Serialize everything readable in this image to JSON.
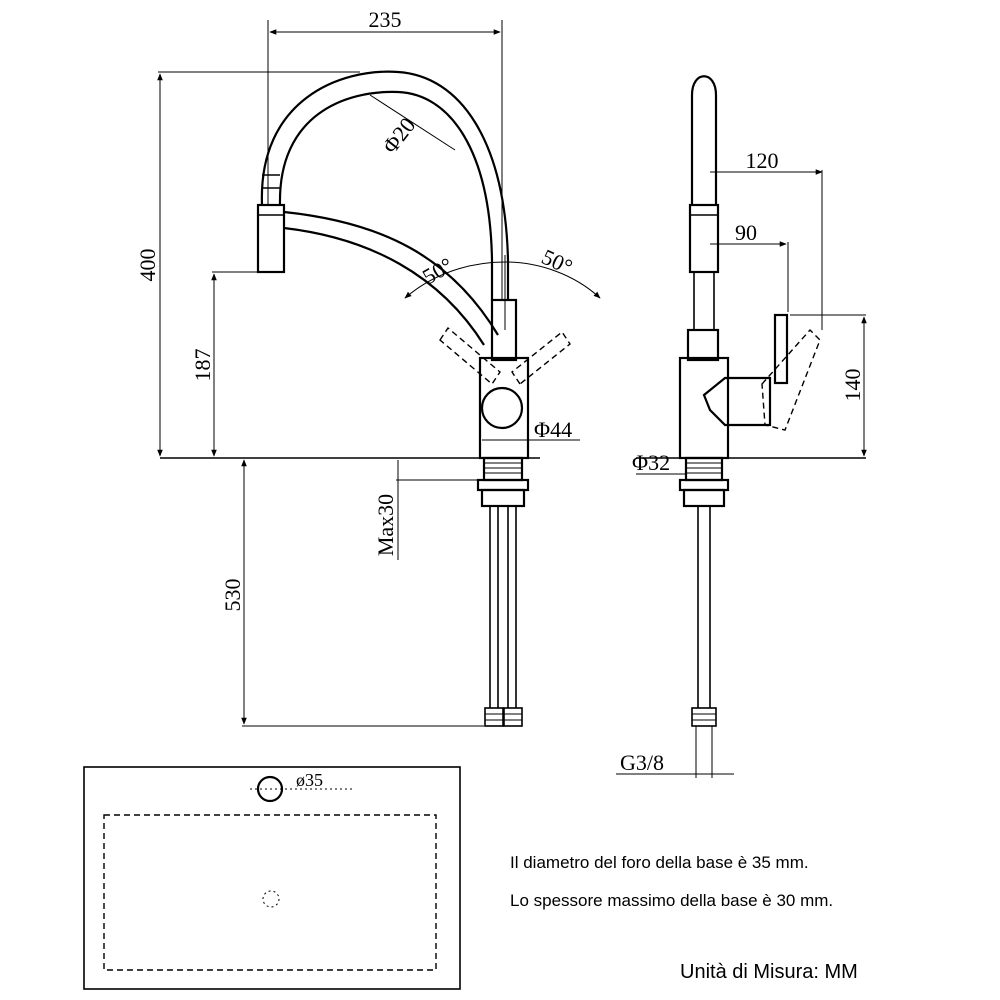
{
  "front_view": {
    "width_dim": "235",
    "height_dim": "400",
    "spout_height_dim": "187",
    "hose_diameter_dim": "Φ20",
    "swivel_left_dim": "50°",
    "swivel_right_dim": "50°",
    "body_diameter_dim": "Φ44",
    "max_thickness_dim": "Max30",
    "hose_length_dim": "530"
  },
  "side_view": {
    "reach_dim": "120",
    "lever_reach_dim": "90",
    "lever_height_dim": "140",
    "shank_diameter_dim": "Φ32",
    "thread_dim": "G3/8"
  },
  "base_plate": {
    "hole_dim": "ø35"
  },
  "notes": {
    "line1": "Il diametro del foro della base è 35 mm.",
    "line2": "Lo spessore massimo della base è 30 mm.",
    "units": "Unità di Misura: MM"
  }
}
